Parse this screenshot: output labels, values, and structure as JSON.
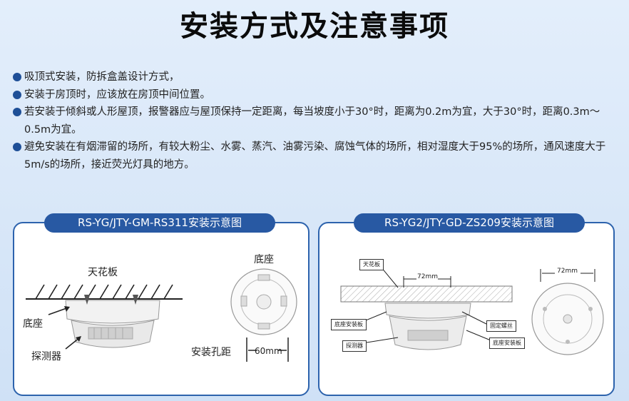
{
  "title": "安装方式及注意事项",
  "notes": [
    "吸顶式安装，防拆盒盖设计方式，",
    "安装于房顶时，应该放在房顶中间位置。",
    "若安装于倾斜或人形屋顶，报警器应与屋顶保持一定距离，每当坡度小于30°时，距离为0.2m为宜，大于30°时，距离0.3m～0.5m为宜。",
    "避免安装在有烟滞留的场所，有较大粉尘、水雾、蒸汽、油雾污染、腐蚀气体的场所，相对湿度大于95%的场所，通风速度大于5m/s的场所，接近荧光灯具的地方。"
  ],
  "diagram_left": {
    "tag": "RS-YG/JTY-GM-RS311安装示意图",
    "ceiling_label": "天花板",
    "base_label": "底座",
    "detector_label": "探测器",
    "base_top_label": "底座",
    "hole_label": "安装孔距",
    "dimension": "60mm"
  },
  "diagram_right": {
    "tag": "RS-YG2/JTY-GD-ZS209安装示意图",
    "ceiling_label": "天花板",
    "base_plate_label": "底座安装板",
    "detector_label": "探测器",
    "screw_label": "固定螺丝",
    "base_plate_label2": "底座安装板",
    "dim_left": "72mm",
    "dim_right": "72mm"
  }
}
